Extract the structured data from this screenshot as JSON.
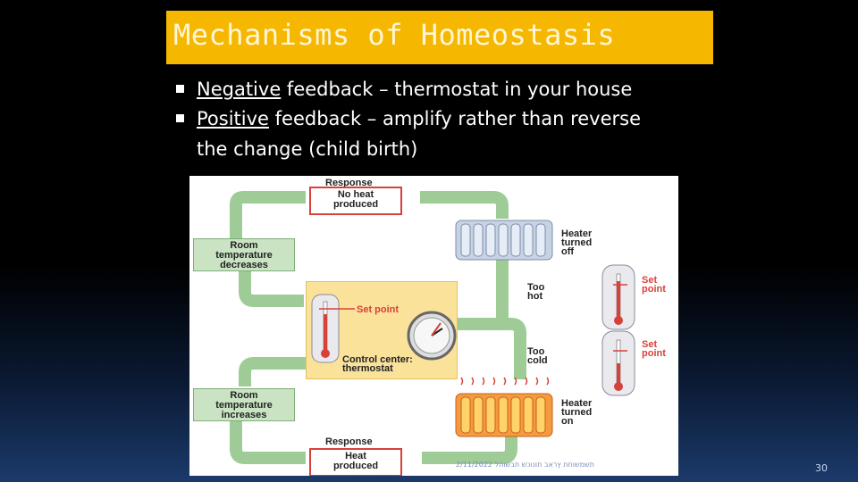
{
  "slide": {
    "title": "Mechanisms of Homeostasis",
    "bullets": [
      {
        "term": "Negative",
        "rest": " feedback – thermostat in your house"
      },
      {
        "term": "Positive",
        "rest": " feedback – amplify rather than reverse",
        "continuation": "the change (child birth)"
      }
    ],
    "footer": "תשמשוחת ץראב תונוכש תבשוהל 2/11/2022",
    "number": "30"
  },
  "diagram": {
    "response_top_label": "Response",
    "response_top_box": [
      "No heat",
      "produced"
    ],
    "room_decreases": [
      "Room",
      "temperature",
      "decreases"
    ],
    "room_increases": [
      "Room",
      "temperature",
      "increases"
    ],
    "set_point": "Set point",
    "control_center": [
      "Control center:",
      "thermostat"
    ],
    "heater_off": [
      "Heater",
      "turned",
      "off"
    ],
    "too_hot": [
      "Too",
      "hot"
    ],
    "too_cold": [
      "Too",
      "cold"
    ],
    "heater_on": [
      "Heater",
      "turned",
      "on"
    ],
    "set_point_right": [
      "Set",
      "point"
    ],
    "response_bottom_label": "Response",
    "response_bottom_box": [
      "Heat",
      "produced"
    ]
  },
  "colors": {
    "title_bg": "#f5b700",
    "arrow_green": "#9fcb97",
    "accent_red": "#d8413a"
  }
}
